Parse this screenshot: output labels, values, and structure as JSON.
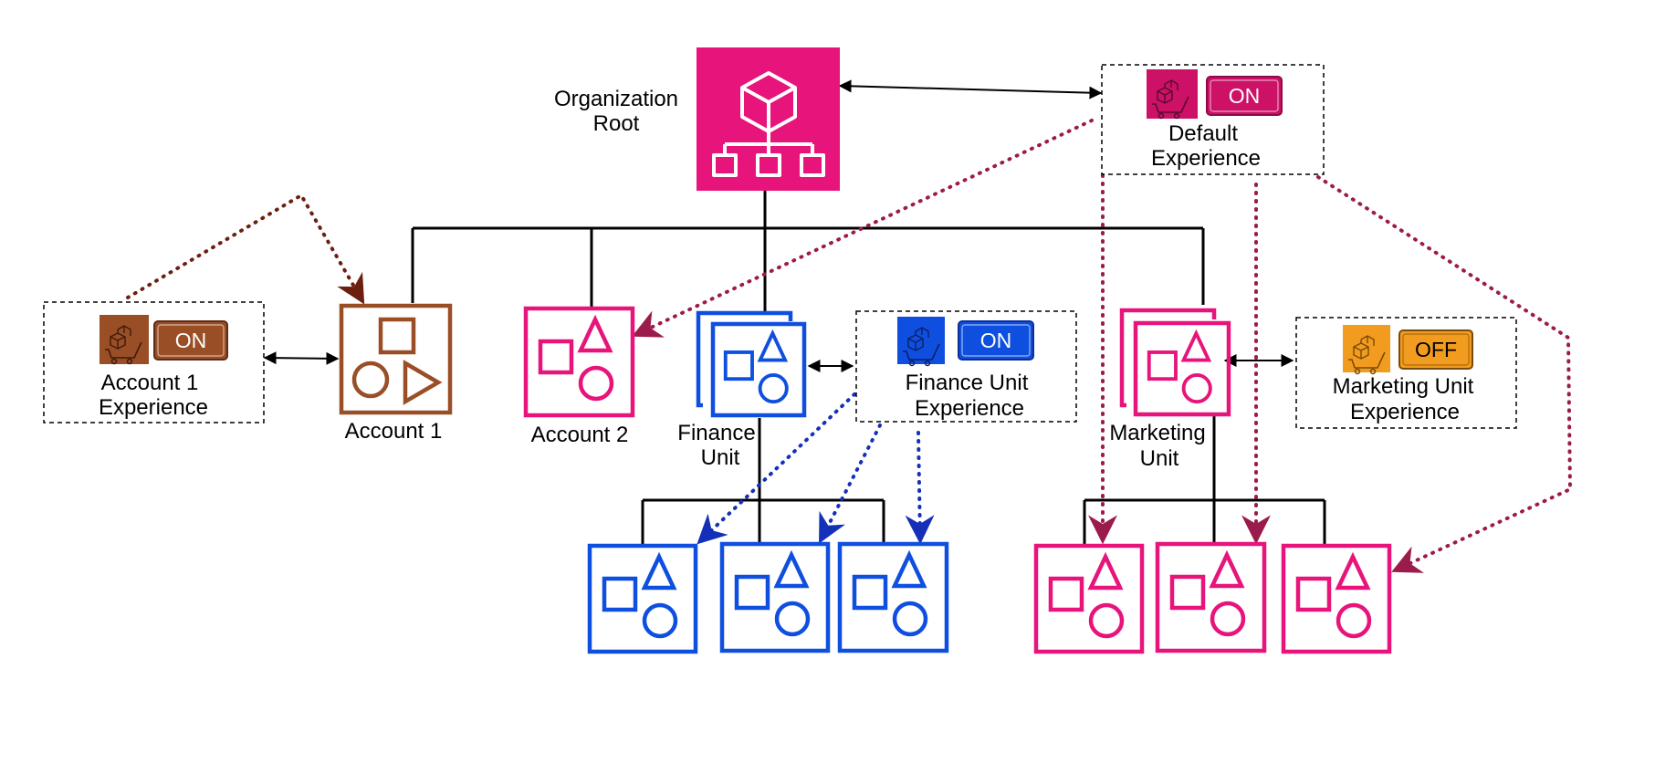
{
  "colors": {
    "magenta": "#E7157B",
    "default_magenta": "#CC1166",
    "brown": "#9A4E26",
    "blue": "#0F4FE0",
    "orange": "#F29C1F",
    "orange_text": "#000000",
    "line": "#000000",
    "dotted_magenta": "#9B1B4C",
    "dotted_brown": "#6B200F",
    "dotted_blue": "#1530B8"
  },
  "icons": {
    "org_root": "organizations-cube-hierarchy-icon",
    "account": "account-shapes-icon",
    "organizational_unit": "organizational-unit-stacked-icon",
    "experience": "cart-cubes-icon"
  },
  "org_root": {
    "label_line1": "Organization",
    "label_line2": "Root"
  },
  "accounts": {
    "account1": {
      "label": "Account 1"
    },
    "account2": {
      "label": "Account 2"
    }
  },
  "units": {
    "finance": {
      "label_line1": "Finance",
      "label_line2": "Unit"
    },
    "marketing": {
      "label_line1": "Marketing",
      "label_line2": "Unit"
    }
  },
  "experiences": {
    "default": {
      "label_line1": "Default",
      "label_line2": "Experience",
      "state": "ON"
    },
    "account1": {
      "label_line1": "Account 1",
      "label_line2": "Experience",
      "state": "ON"
    },
    "finance": {
      "label_line1": "Finance Unit",
      "label_line2": "Experience",
      "state": "ON"
    },
    "marketing": {
      "label_line1": "Marketing Unit",
      "label_line2": "Experience",
      "state": "OFF"
    }
  }
}
